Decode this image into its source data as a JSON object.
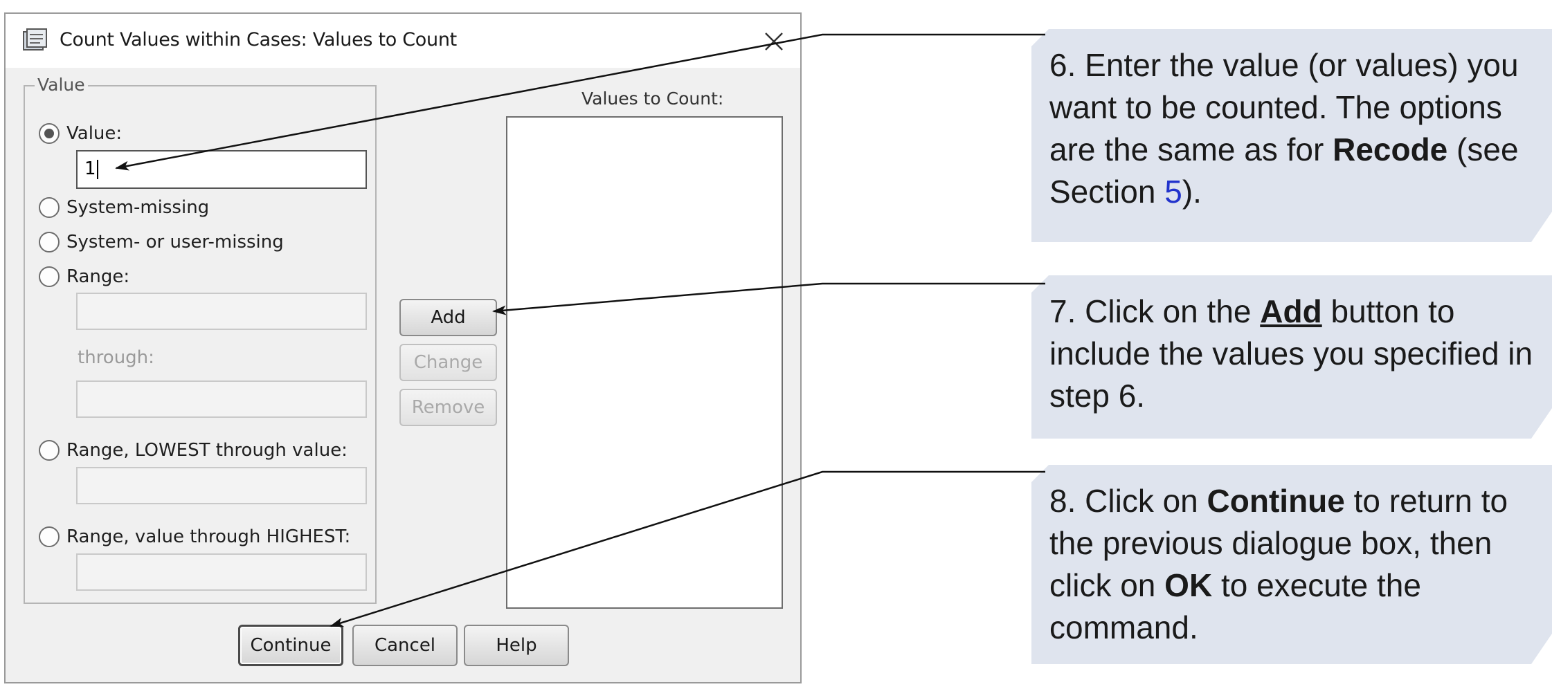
{
  "dialog": {
    "title": "Count Values within Cases: Values to Count",
    "close_icon": "close-icon",
    "app_icon": "dialog-app-icon",
    "value_group": {
      "legend": "Value",
      "options": [
        {
          "id": "value",
          "label": "Value:",
          "checked": true
        },
        {
          "id": "system-missing",
          "label": "System-missing",
          "checked": false
        },
        {
          "id": "system-or-user-missing",
          "label": "System- or user-missing",
          "checked": false
        },
        {
          "id": "range",
          "label": "Range:",
          "checked": false
        },
        {
          "id": "range-lowest",
          "label": "Range, LOWEST through value:",
          "checked": false
        },
        {
          "id": "range-highest",
          "label": "Range, value through HIGHEST:",
          "checked": false
        }
      ],
      "value_input": "1",
      "through_label": "through:"
    },
    "buttons": {
      "add": "Add",
      "change": "Change",
      "remove": "Remove",
      "continue": "Continue",
      "cancel": "Cancel",
      "help": "Help"
    },
    "values_to_count_label": "Values to Count:",
    "values_list": []
  },
  "callouts": [
    {
      "step": "6.",
      "text_before": "Enter the value (or values) you want to be counted. The options are the same as for ",
      "bold": "Recode",
      "text_middle": " (see Section ",
      "link": "5",
      "text_after": ")."
    },
    {
      "step": "7.",
      "text_before": "Click on the ",
      "bold": "Add",
      "text_after": " button to include the values you specified in step 6."
    },
    {
      "step": "8.",
      "text_before": "Click on ",
      "bold": "Continue",
      "text_middle": " to return to the previous dialogue box, then click on ",
      "bold2": "OK",
      "text_after": " to execute the command."
    }
  ],
  "colors": {
    "callout_bg": "#dfe4ee",
    "link": "#2233cc",
    "dialog_bg": "#f0f0f0"
  }
}
